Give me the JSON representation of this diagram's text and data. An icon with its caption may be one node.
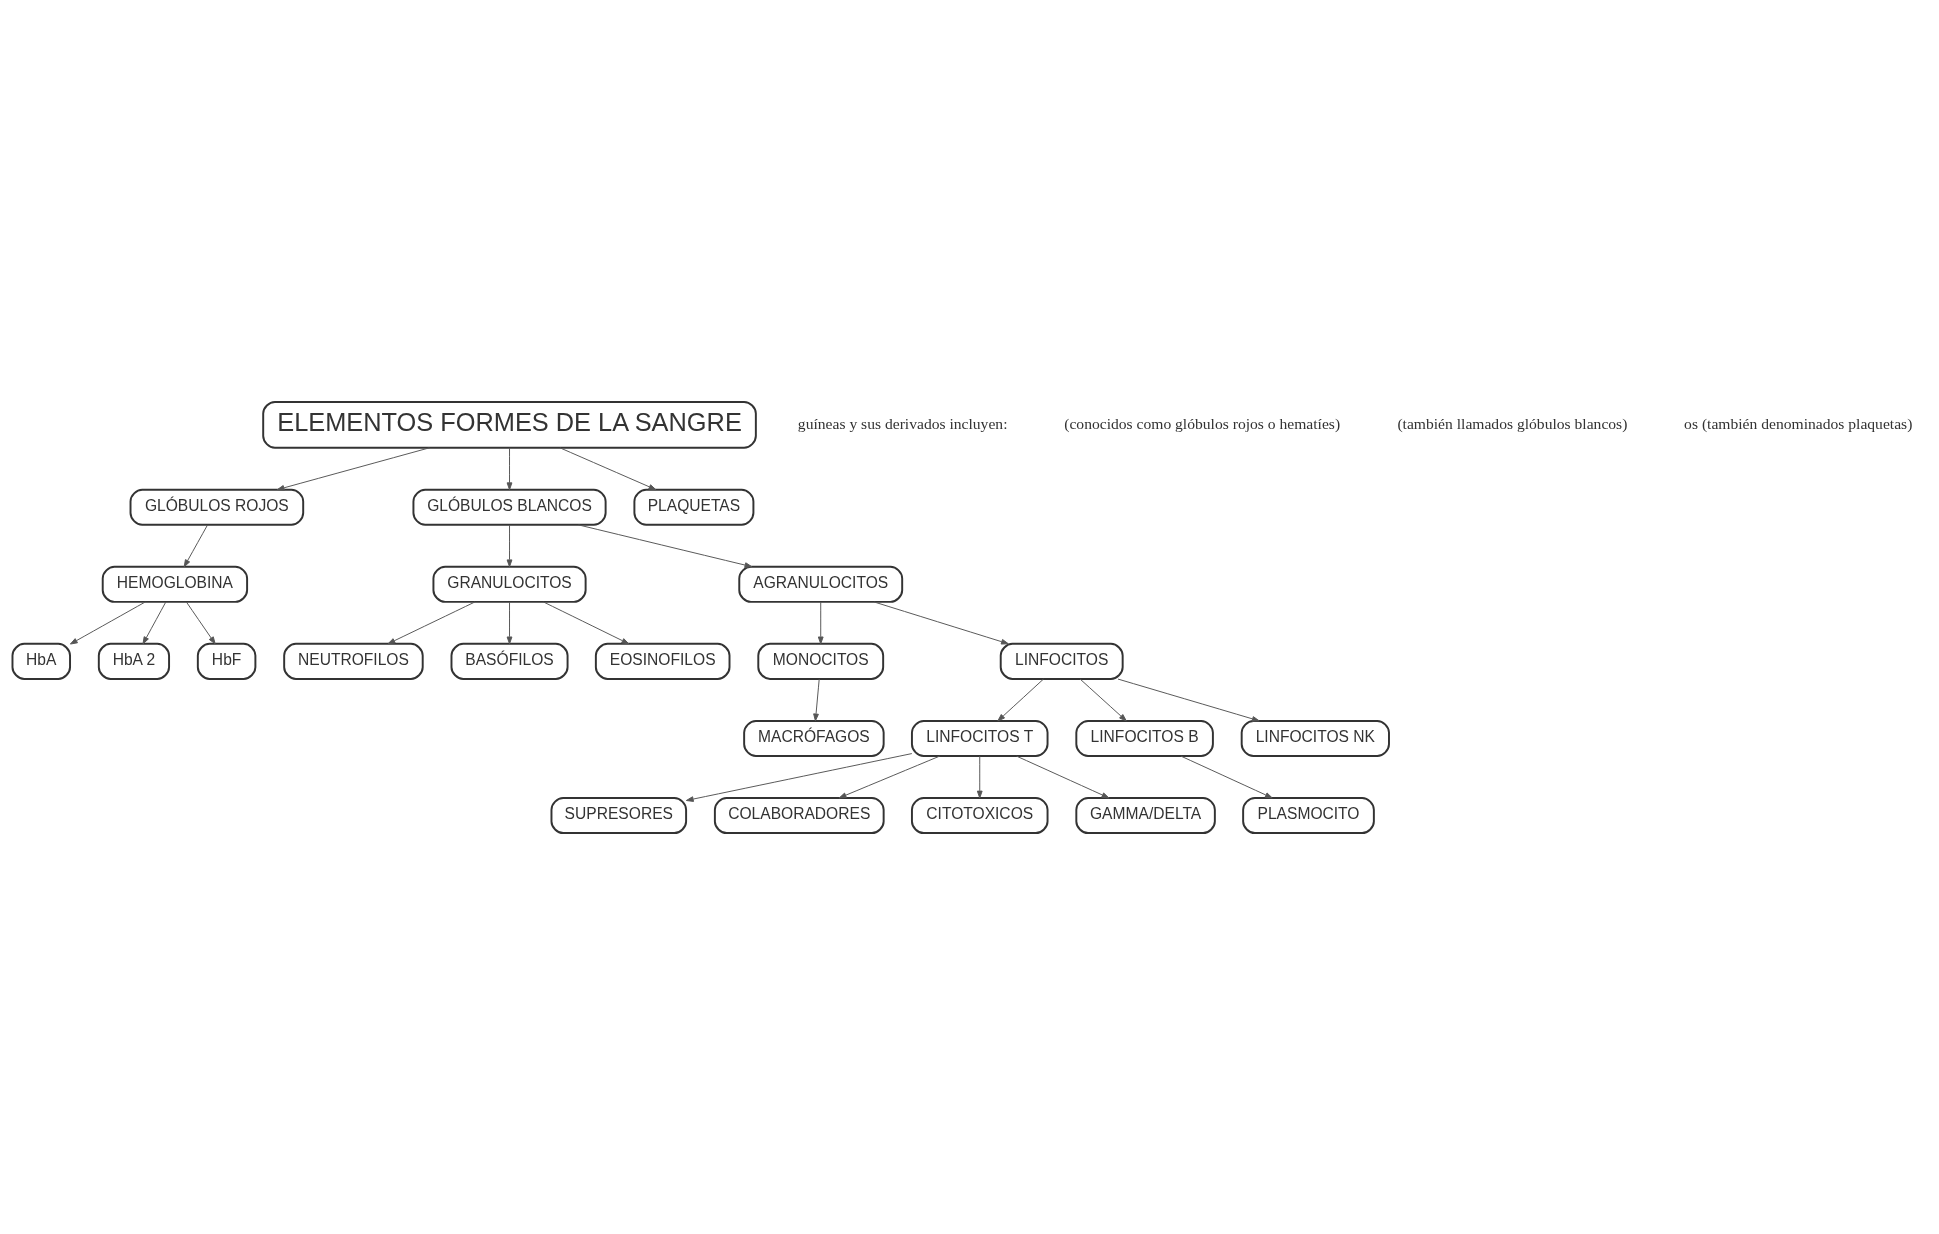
{
  "diagram": {
    "nodes": [
      {
        "text": [
          "ELEMENTOS FORMES DE LA SANGRE"
        ]
      },
      {
        "text": [
          "GLÓBULOS ROJOS"
        ]
      },
      {
        "text": [
          "GLÓBULOS BLANCOS"
        ]
      },
      {
        "text": [
          "PLAQUETAS"
        ]
      },
      {
        "text": [
          "HEMOGLOBINA"
        ]
      },
      {
        "text": [
          "HbA"
        ]
      },
      {
        "text": [
          "HbA 2"
        ]
      },
      {
        "text": [
          "HbF"
        ]
      },
      {
        "text": [
          "GRANULOCITOS"
        ]
      },
      {
        "text": [
          "AGRANULOCITOS"
        ]
      },
      {
        "text": [
          "MONOCITOS"
        ]
      },
      {
        "text": [
          "MACRÓFAGOS"
        ]
      },
      {
        "text": [
          "NEUTROFILOS"
        ]
      },
      {
        "text": [
          "BASÓFILOS"
        ]
      },
      {
        "text": [
          "EOSINOFILOS"
        ]
      },
      {
        "text": [
          "LINFOCITOS"
        ]
      },
      {
        "text": [
          "SUPRESORES"
        ]
      },
      {
        "text": [
          "COLABORADORES"
        ]
      },
      {
        "text": [
          "LINFOCITOS T"
        ]
      },
      {
        "text": [
          "LINFOCITOS B"
        ]
      },
      {
        "text": [
          "LINFOCITOS NK"
        ]
      },
      {
        "text": [
          "CITOTOXICOS"
        ]
      },
      {
        "text": [
          "GAMMA/DELTA"
        ]
      },
      {
        "text": [
          "PLASMOCITO"
        ]
      }
    ],
    "edges": [
      {
        "from": 0,
        "to": 1,
        "arrow": "to"
      },
      {
        "from": 0,
        "to": 2,
        "arrow": "to"
      },
      {
        "from": 0,
        "to": 3,
        "arrow": "to"
      },
      {
        "from": 1,
        "to": 4,
        "arrow": "to"
      },
      {
        "from": 4,
        "to": 5,
        "arrow": "to"
      },
      {
        "from": 4,
        "to": 6,
        "arrow": "to"
      },
      {
        "from": 4,
        "to": 7,
        "arrow": "to"
      },
      {
        "from": 2,
        "to": 8,
        "arrow": "to"
      },
      {
        "from": 2,
        "to": 9,
        "arrow": "to"
      },
      {
        "from": 9,
        "to": 10,
        "arrow": "to"
      },
      {
        "from": 10,
        "to": 11,
        "arrow": "to"
      },
      {
        "from": 8,
        "to": 12,
        "arrow": "to"
      },
      {
        "from": 8,
        "to": 13,
        "arrow": "to"
      },
      {
        "from": 8,
        "to": 14,
        "arrow": "to"
      },
      {
        "from": 9,
        "to": 15,
        "arrow": "to"
      },
      {
        "from": 15,
        "to": 18,
        "arrow": "to"
      },
      {
        "from": 15,
        "to": 19,
        "arrow": "to"
      },
      {
        "from": 15,
        "to": 20,
        "arrow": "to"
      },
      {
        "from": 18,
        "to": 16,
        "arrow": "to"
      },
      {
        "from": 18,
        "to": 17,
        "arrow": "to"
      },
      {
        "from": 18,
        "to": 21,
        "arrow": "to"
      },
      {
        "from": 18,
        "to": 22,
        "arrow": "to"
      },
      {
        "from": 19,
        "to": 23,
        "arrow": "to"
      }
    ],
    "labels": [
      "guíneas y sus derivados incluyen:",
      "(conocidos como glóbulos rojos o hematíes)",
      "(también llamados glóbulos blancos)",
      "os (también denominados plaquetas)"
    ]
  }
}
